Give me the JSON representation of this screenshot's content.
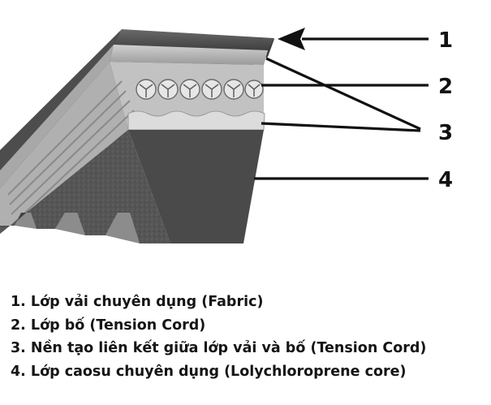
{
  "callouts": [
    {
      "number": "1"
    },
    {
      "number": "2"
    },
    {
      "number": "3"
    },
    {
      "number": "4"
    }
  ],
  "legend": [
    "1. Lớp vải chuyên dụng (Fabric)",
    "2. Lớp bố (Tension Cord)",
    "3. Nền tạo liên kết giữa lớp vải và bố (Tension Cord)",
    "4. Lớp caosu chuyên dụng (Lolychloroprene core)"
  ],
  "colors": {
    "fabric_top": "#5a5a5a",
    "fabric_band": "#b4b4b4",
    "cord_layer": "#c9c9c9",
    "core": "#4a4a4a",
    "leader_line": "#111111"
  }
}
